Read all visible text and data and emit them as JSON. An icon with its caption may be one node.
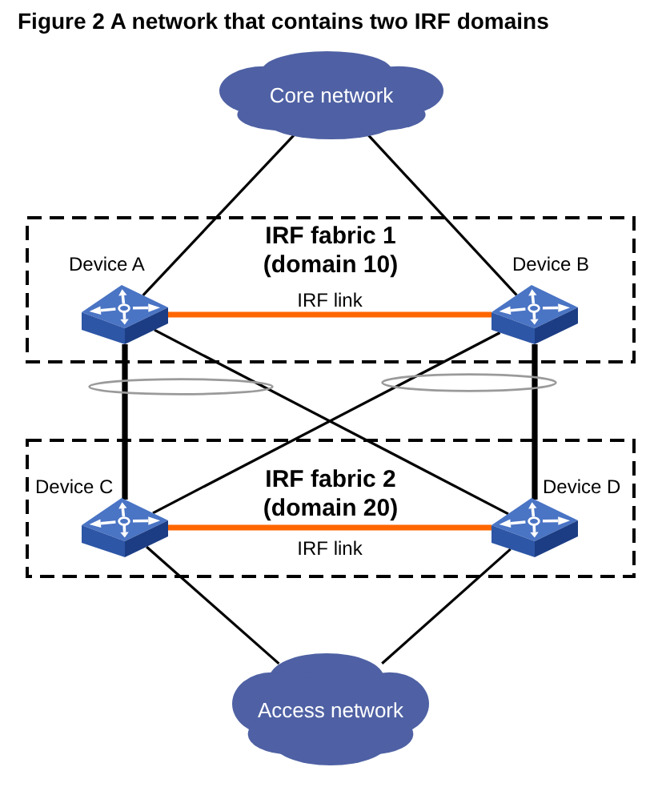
{
  "diagram": {
    "title": "Figure 2 A network that contains two IRF domains",
    "nodes": [
      {
        "text": [
          "Core network"
        ]
      },
      {
        "text": [
          "IRF fabric 1 (domain 10)"
        ]
      },
      {
        "text": [
          "Device A"
        ],
        "in": 1
      },
      {
        "text": [
          "Device B"
        ],
        "in": 1
      },
      {
        "text": [],
        "shape": "ellipse"
      },
      {
        "text": [],
        "shape": "ellipse"
      },
      {
        "text": [
          "IRF fabric 2 (domain 20)"
        ]
      },
      {
        "text": [
          "Device C"
        ],
        "in": 6
      },
      {
        "text": [
          "Device D"
        ],
        "in": 6
      },
      {
        "text": [
          "Access network"
        ]
      }
    ],
    "edges": [
      {
        "from": 0,
        "to": 2,
        "arrow": "none"
      },
      {
        "from": 0,
        "to": 3,
        "arrow": "none"
      },
      {
        "from": 2,
        "to": 3,
        "arrow": "none",
        "label": "IRF link",
        "style": "thick",
        "color": "#ff6600"
      },
      {
        "from": 2,
        "to": 7,
        "arrow": "none",
        "style": "thick"
      },
      {
        "from": 2,
        "to": 8,
        "arrow": "none"
      },
      {
        "from": 3,
        "to": 7,
        "arrow": "none"
      },
      {
        "from": 3,
        "to": 8,
        "arrow": "none",
        "style": "thick"
      },
      {
        "from": 7,
        "to": 8,
        "arrow": "none",
        "label": "IRF link",
        "style": "thick",
        "color": "#ff6600"
      },
      {
        "from": 7,
        "to": 9,
        "arrow": "none"
      },
      {
        "from": 8,
        "to": 9,
        "arrow": "none"
      }
    ]
  }
}
